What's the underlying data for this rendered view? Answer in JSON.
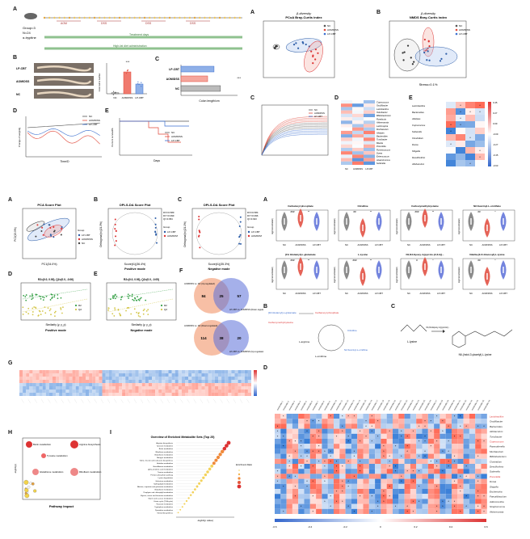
{
  "panelA": {
    "letter": "A",
    "group_text": "Group=3",
    "n_text": "N=24",
    "type_text": "α-tryptine",
    "labels": [
      "AOM",
      "DSS",
      "DSS",
      "DSS"
    ],
    "bar1": "Treatment days",
    "bar2": "High-fat diet administration"
  },
  "panelB": {
    "letter": "B",
    "rows": [
      "LP-CBT",
      "AOM/DSS",
      "NC"
    ]
  },
  "panelBbar": {
    "ylabel": "Colon tumor number",
    "categories": [
      "NC",
      "AOM/DSS",
      "LP-CBT"
    ],
    "values": [
      0.2,
      4.5,
      2.0
    ],
    "sig": "***"
  },
  "panelC": {
    "letter": "C",
    "categories": [
      "LP-CBT",
      "AOM/DSS",
      "NC"
    ],
    "values": [
      6.2,
      5.0,
      7.4
    ],
    "xlabel": "Colon length/cm",
    "sig": "***"
  },
  "panelD": {
    "letter": "D",
    "legend": [
      "NC",
      "AOM/DSS",
      "LP-CBT"
    ],
    "xlabel": "Time/D",
    "ylabel": "Change of weight/g"
  },
  "panelE": {
    "letter": "E",
    "legend": [
      "NC",
      "AOM/DSS",
      "LP-CBT"
    ],
    "xlabel": "Days",
    "ylabel": "Percent survival/%"
  },
  "topRight": {
    "A": {
      "letter": "A",
      "title1": "β-diversity",
      "title2": "PCoA Bray-Curtis index",
      "legend": [
        "NC",
        "AOM/DSS",
        "LP-CBT"
      ]
    },
    "B": {
      "letter": "B",
      "title1": "β-diversity",
      "title2": "NMDS Bray-Curtis index",
      "stress": "Stress=0.1%",
      "legend": [
        "NC",
        "AOM/DSS",
        "LP-CBT"
      ]
    },
    "C": {
      "letter": "C",
      "legend": [
        "NC",
        "AOM/DSS",
        "LP-CBT"
      ]
    },
    "D": {
      "letter": "D",
      "taxa": [
        "Coprococcus",
        "Oscillibacter",
        "Lactobacillus",
        "Odoribacter",
        "Bifidobacterium",
        "Roseburia",
        "Akkermansia",
        "Lachnospira",
        "Muribaculum",
        "Alistipes",
        "Bacteroides",
        "Turicibacter",
        "Blautia",
        "Prevotella",
        "Ruminococcus",
        "Dorea",
        "Enterococcus",
        "Anaerotruncus",
        "Sutterella"
      ],
      "groups": [
        "NC",
        "AOM/DSS",
        "LP-CBT"
      ]
    },
    "E": {
      "letter": "E",
      "rows": [
        "Lactobacillus",
        "Bacteroides",
        "Alistipes",
        "Coprococcus",
        "Sutterella",
        "Clostridium",
        "Dorea",
        "Shigella",
        "Desulfovibrio",
        "Allobaculum"
      ],
      "scale": [
        "0.45",
        "0.27",
        "0.09",
        "-0.09",
        "-0.27",
        "-0.45",
        "-0.63"
      ]
    }
  },
  "midLeft": {
    "A": {
      "letter": "A",
      "title": "PCA Score Plot",
      "xlabel": "PC1(34.0%)",
      "ylabel": "PC2(13.9%)",
      "legend_title": "Group",
      "legend": [
        "LP-CBT",
        "AOM/DSS",
        "NC"
      ]
    },
    "B": {
      "letter": "B",
      "title": "OPLS-DA Score Plot",
      "xlabel": "Score(t1)(36.4%)",
      "ylabel": "Orthogonal(to)(21.3%)",
      "stats": [
        "R²X=0.589",
        "R²Y=0.999",
        "Q²=0.954"
      ],
      "legend_title": "Group",
      "legend": [
        "LP-CBT",
        "AOM/DSS"
      ],
      "footer": "Positive mode"
    },
    "C": {
      "letter": "C",
      "title": "OPLS-DA Score Plot",
      "xlabel": "Score(t1)(35.3%)",
      "ylabel": "Orthogonal(to)(21.1%)",
      "stats": [
        "R²X=0.584",
        "R²Y=0.996",
        "Q²=0.923"
      ],
      "legend_title": "Group",
      "legend": [
        "LP-CBT",
        "AOM/DSS"
      ],
      "footer": "Negative mode"
    },
    "D": {
      "letter": "D",
      "eq": "R2=(0.0, 0.93), Q2=(0.0, -0.06)",
      "xlabel": "Similarity (y, y_p)",
      "footer": "Positive mode",
      "legend": [
        "R2",
        "Q2"
      ]
    },
    "E": {
      "letter": "E",
      "eq": "R2=(0.0, 0.93), Q2=(0.0, -0.05)",
      "xlabel": "Similarity (y, y_p)",
      "footer": "Negative mode",
      "legend": [
        "R2",
        "Q2"
      ]
    },
    "F": {
      "letter": "F",
      "venn1": {
        "left": "AOM/DSS vs. NC (Up-regulated)",
        "right": "LP-CBT vs. AOM/DSS (Down-regulated)",
        "a": "84",
        "ab": "25",
        "b": "57"
      },
      "venn2": {
        "left": "AOM/DSS vs. NC (Down-regulated)",
        "right": "LP-CBT vs. AOM/DSS (Up-regulated)",
        "a": "114",
        "ab": "38",
        "b": "20"
      }
    }
  },
  "midRight": {
    "A": {
      "letter": "A",
      "violins": [
        {
          "title": "Carbamoyl phosphate",
          "sig": [
            "###",
            "**"
          ]
        },
        {
          "title": "Citrulline",
          "sig": [
            "##",
            "**"
          ]
        },
        {
          "title": "Carboxymethylcysteine",
          "sig": [
            "###",
            "**"
          ]
        },
        {
          "title": "N2-Succinyl-L-ornithine",
          "sig": [
            "##",
            "*"
          ]
        },
        {
          "title": "[FA Glutamyl]-L-glutamate",
          "sig": [
            "###",
            "**"
          ]
        },
        {
          "title": "L-Lysine",
          "sig": [
            "###",
            "**"
          ]
        },
        {
          "title": "N1,N4-Epoxy-4-[pyrrolo-(2,3-b)]...",
          "sig": [
            "#",
            "*"
          ]
        },
        {
          "title": "Ndelta-[2-O-Glucosyl]-L-lysine",
          "sig": [
            "##",
            "*"
          ]
        }
      ],
      "groups": [
        "NC",
        "AOM/DSS",
        "LP-CBT"
      ],
      "ylabel": "log(Concentration)"
    },
    "B": {
      "letter": "B",
      "nodes": [
        "[FA Glutamyl]-L-glutamate",
        "Carbamoyl phosphate",
        "Citrulline",
        "L-ornithine",
        "N2-Succinyl-L-ornithine",
        "Carboxymethylcysteine",
        "L-arginine"
      ]
    },
    "C": {
      "letter": "C",
      "left": "L-lysine",
      "arrow": "N1,N4-Epoxy-4-[pyrrolo]...",
      "right": "N6-(Indol-3-ylacetyl)-L-lysine"
    }
  },
  "bottom": {
    "G": {
      "letter": "G"
    },
    "H": {
      "letter": "H",
      "xlabel": "Pathway Impact",
      "ylabel": "-log10(p)",
      "labels": [
        "Biotin metabolism",
        "Arginine biosynthesis",
        "Tyrosine metabolism",
        "Glutathione metabolism",
        "Riboflavin metabolism"
      ]
    },
    "I": {
      "letter": "I",
      "title": "Overview of Enriched Metabolite Sets (Top 25)",
      "xlabel": "-log10(p value)",
      "legend_title": "Enrichment Ratio",
      "items": [
        "Arginine biosynthesis",
        "Tyrosine metabolism",
        "Biotin metabolism",
        "Riboflavin metabolism",
        "Glutathione metabolism",
        "Nitrogen metabolism",
        "Valine, leucine and isoleucine biosynthesis",
        "Histidine metabolism",
        "Beta-Alanine metabolism",
        "alpha-Linolenic acid metabolism",
        "Taurine metabolism",
        "Pentose phosphate pathway",
        "Lysine degradation",
        "Galactose metabolism",
        "Sphingolipid metabolism",
        "Alanine, aspartate and glutamate metabolism",
        "Glutathione metabolism",
        "Porphyrin and chlorophyll metabolism",
        "Glycine, serine and threonine metabolism",
        "Starch and sucrose metabolism",
        "Citrate cycle (TCA cycle)",
        "Pyruvate metabolism",
        "Tryptophan metabolism",
        "Pyrimidine metabolism",
        "Steroid biosynthesis"
      ]
    },
    "D": {
      "letter": "D",
      "rows": [
        "Lactobacillus",
        "Oscillibacter",
        "Bacteroides",
        "Allobaculum",
        "Turicibacter",
        "Coprococcus",
        "Parasutterella",
        "Muribaculum",
        "Bifidobacterium",
        "Clostridium",
        "Desulfovibrio",
        "Sutterella",
        "Prevotella",
        "Dorea",
        "Shigella",
        "Escherichia",
        "Faecalibaculum",
        "Adlercreutzia",
        "Streptococcus",
        "Akkermansia"
      ],
      "scale": [
        "-0.6",
        "-0.4",
        "-0.2",
        "0",
        "0.2",
        "0.4",
        "0.6"
      ]
    }
  },
  "colors": {
    "nc": "#555555",
    "aom": "#e0483a",
    "lp": "#3b6fcf",
    "blue": "#2c5da8",
    "red": "#d33",
    "grey": "#888"
  }
}
